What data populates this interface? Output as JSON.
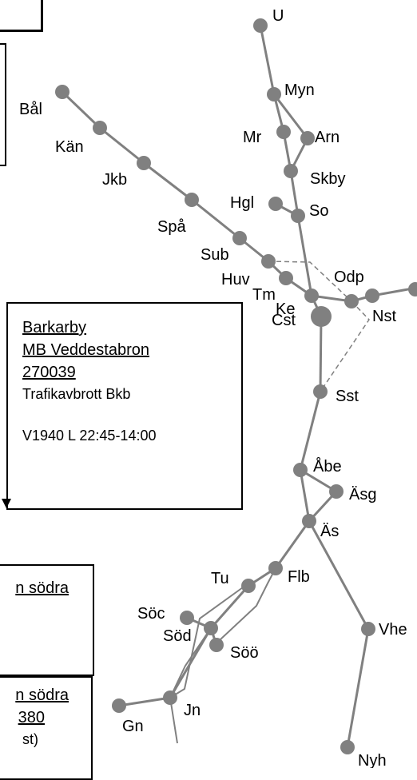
{
  "stations": [
    {
      "id": "U",
      "label": "U"
    },
    {
      "id": "Myn",
      "label": "Myn"
    },
    {
      "id": "Arn",
      "label": "Arn"
    },
    {
      "id": "Mr",
      "label": "Mr"
    },
    {
      "id": "Skby",
      "label": "Skby"
    },
    {
      "id": "Hgl",
      "label": "Hgl"
    },
    {
      "id": "So",
      "label": "So"
    },
    {
      "id": "Bal",
      "label": "Bål"
    },
    {
      "id": "Kan",
      "label": "Kän"
    },
    {
      "id": "Jkb",
      "label": "Jkb"
    },
    {
      "id": "Spa",
      "label": "Spå"
    },
    {
      "id": "Sub",
      "label": "Sub"
    },
    {
      "id": "Huv",
      "label": "Huv"
    },
    {
      "id": "Tm",
      "label": "Tm"
    },
    {
      "id": "Ke",
      "label": "Ke"
    },
    {
      "id": "Odp",
      "label": "Odp"
    },
    {
      "id": "Nst",
      "label": "Nst"
    },
    {
      "id": "Cst",
      "label": "Cst"
    },
    {
      "id": "Sst",
      "label": "Sst"
    },
    {
      "id": "Abe",
      "label": "Åbe"
    },
    {
      "id": "Asg",
      "label": "Äsg"
    },
    {
      "id": "As",
      "label": "Äs"
    },
    {
      "id": "Flb",
      "label": "Flb"
    },
    {
      "id": "Tu",
      "label": "Tu"
    },
    {
      "id": "Soc",
      "label": "Söc"
    },
    {
      "id": "Sod",
      "label": "Söd"
    },
    {
      "id": "Soo",
      "label": "Söö"
    },
    {
      "id": "Jn",
      "label": "Jn"
    },
    {
      "id": "Gn",
      "label": "Gn"
    },
    {
      "id": "Vhe",
      "label": "Vhe"
    },
    {
      "id": "Nyh",
      "label": "Nyh"
    }
  ],
  "colors": {
    "line": "#808080",
    "station": "#808080",
    "dashed": "#808080",
    "text": "#000000",
    "box_border": "#000000",
    "background": "#ffffff"
  },
  "info_box_barkarby": {
    "line1": "Barkarby",
    "line2": "MB Veddestabron",
    "line3": "270039",
    "line4": "Trafikavbrott Bkb",
    "line5": "V1940 L 22:45-14:00"
  },
  "info_box_lower1": {
    "line1": "n södra"
  },
  "info_box_lower2": {
    "line1": "n södra",
    "line2": "380",
    "line3": "st)"
  }
}
